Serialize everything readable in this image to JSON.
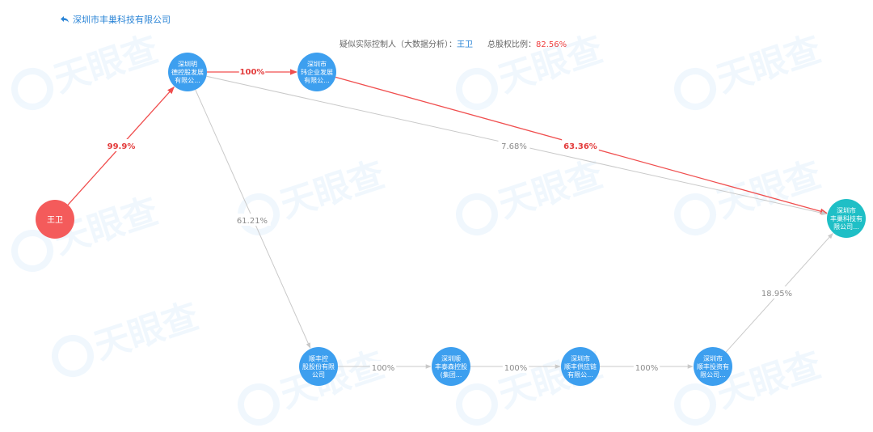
{
  "header": {
    "back_text": "深圳市丰巢科技有限公司",
    "controller_label": "疑似实际控制人（大数据分析）：",
    "controller_name": "王卫",
    "total_label": "总股权比例：",
    "total_value": "82.56%"
  },
  "colors": {
    "person": "#f45b5b",
    "company": "#3d9fef",
    "target": "#1fbfc6",
    "highlight_edge": "#f04e4e",
    "normal_edge": "#c9c9c9",
    "highlight_text": "#e33b3b",
    "normal_text": "#8c8c8c"
  },
  "nodes": [
    {
      "id": "wangwei",
      "type": "person",
      "lines": [
        "王卫"
      ]
    },
    {
      "id": "mingde",
      "type": "company",
      "lines": [
        "深圳明",
        "德控股发展",
        "有限公..."
      ]
    },
    {
      "id": "weihua",
      "type": "company",
      "lines": [
        "深圳市",
        "玮企业发展",
        "有限公..."
      ]
    },
    {
      "id": "fengchao",
      "type": "target",
      "lines": [
        "深圳市",
        "丰巢科技有",
        "限公司..."
      ]
    },
    {
      "id": "sf_holding",
      "type": "company",
      "lines": [
        "顺丰控",
        "股股份有限",
        "公司"
      ]
    },
    {
      "id": "sf_taisen",
      "type": "company",
      "lines": [
        "深圳顺",
        "丰泰森控股",
        "(集团..."
      ]
    },
    {
      "id": "sf_supply",
      "type": "company",
      "lines": [
        "深圳市",
        "顺丰供应链",
        "有限公..."
      ]
    },
    {
      "id": "sf_invest",
      "type": "company",
      "lines": [
        "深圳市",
        "顺丰投资有",
        "限公司..."
      ]
    }
  ],
  "edges": [
    {
      "from": "wangwei",
      "to": "mingde",
      "label": "99.9%",
      "highlight": true
    },
    {
      "from": "mingde",
      "to": "weihua",
      "label": "100%",
      "highlight": true
    },
    {
      "from": "weihua",
      "to": "fengchao",
      "label": "63.36%",
      "highlight": true
    },
    {
      "from": "mingde",
      "to": "fengchao",
      "label": "7.68%",
      "highlight": false
    },
    {
      "from": "mingde",
      "to": "sf_holding",
      "label": "61.21%",
      "highlight": false
    },
    {
      "from": "sf_holding",
      "to": "sf_taisen",
      "label": "100%",
      "highlight": false
    },
    {
      "from": "sf_taisen",
      "to": "sf_supply",
      "label": "100%",
      "highlight": false
    },
    {
      "from": "sf_supply",
      "to": "sf_invest",
      "label": "100%",
      "highlight": false
    },
    {
      "from": "sf_invest",
      "to": "fengchao",
      "label": "18.95%",
      "highlight": false
    }
  ]
}
